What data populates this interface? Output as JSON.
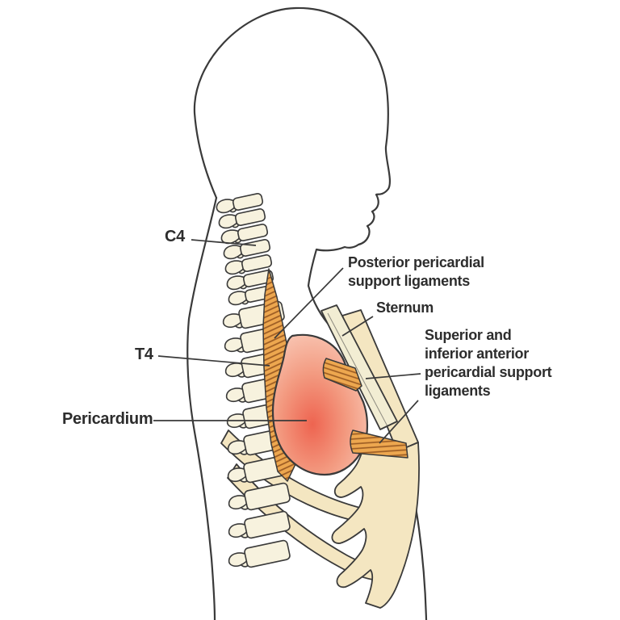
{
  "figure": {
    "labels": {
      "c4": "C4",
      "t4": "T4",
      "pericardium": "Pericardium",
      "sternum": "Sternum",
      "posterior_lines": [
        "Posterior pericardial",
        "support ligaments"
      ],
      "anterior_lines": [
        "Superior and",
        "inferior anterior",
        "pericardial support",
        "ligaments"
      ]
    },
    "colors": {
      "outline": "#3a3a3a",
      "bone": "#f7f2de",
      "rib": "#f4e6c1",
      "sternum": "#f2edd3",
      "ligament": "#eda74f",
      "ligament_stripe": "#9a5a22",
      "pericardium_center": "#ee6450",
      "pericardium_mid": "#f39a80",
      "pericardium_edge": "#f9cab8",
      "label_text": "#2d2d2d"
    }
  }
}
